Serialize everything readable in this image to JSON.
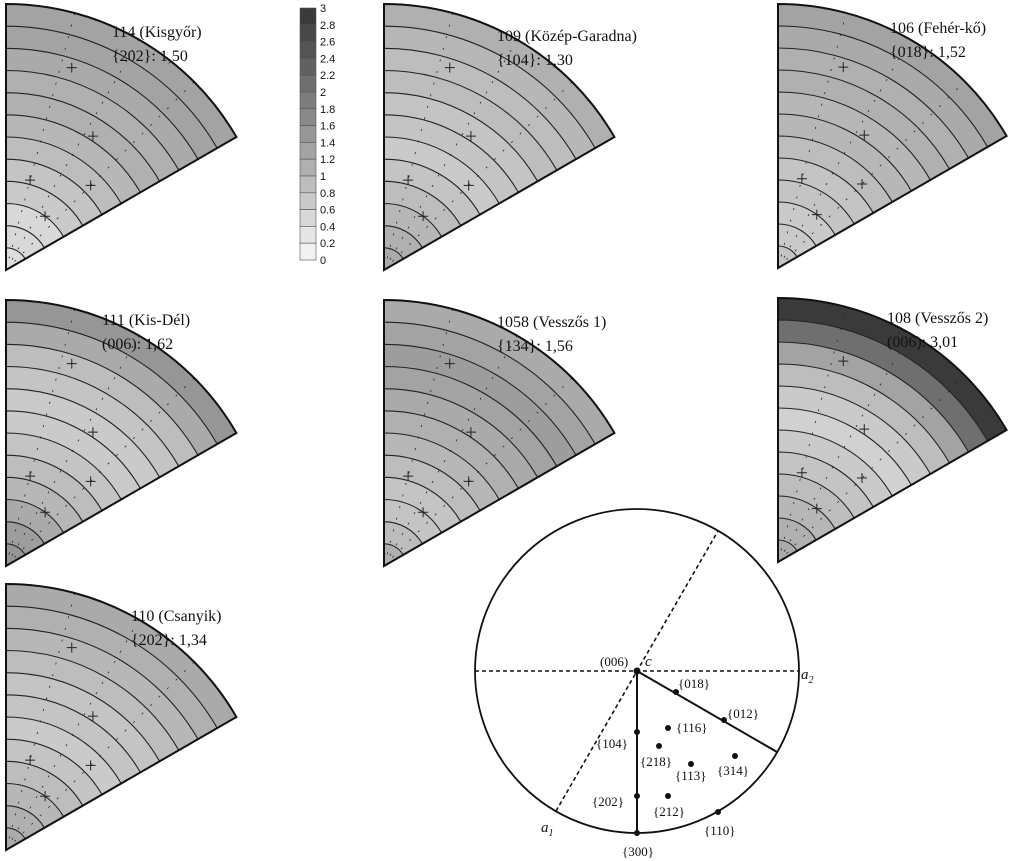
{
  "panels": [
    {
      "id": "114",
      "sample": "114 (Kisgyőr)",
      "plane": "{202}",
      "max": "1,50",
      "levels": [
        1.4,
        1.4,
        1.3,
        1.2,
        1.2,
        1.1,
        1.0,
        0.9,
        0.8,
        0.6,
        0.6,
        0.5
      ]
    },
    {
      "id": "109",
      "sample": "109 (Közép-Garadna)",
      "plane": "{104}",
      "max": "1,30",
      "levels": [
        1.2,
        1.1,
        1.0,
        1.0,
        0.9,
        0.9,
        0.8,
        0.9,
        1.0,
        1.1,
        1.2,
        1.3
      ]
    },
    {
      "id": "106",
      "sample": "106 (Fehér-kő)",
      "plane": "{018}",
      "max": "1,52",
      "levels": [
        1.4,
        1.3,
        1.2,
        1.2,
        1.1,
        1.1,
        1.0,
        0.9,
        0.9,
        0.8,
        0.8,
        0.9
      ]
    },
    {
      "id": "111",
      "sample": "111 (Kis-Dél)",
      "plane": "(006)",
      "max": "1,62",
      "levels": [
        1.6,
        1.3,
        1.0,
        0.9,
        0.8,
        0.8,
        0.9,
        1.0,
        1.1,
        1.3,
        1.5,
        1.6
      ]
    },
    {
      "id": "1058",
      "sample": "1058 (Vesszős 1)",
      "plane": "{134}",
      "max": "1,56",
      "levels": [
        1.3,
        1.4,
        1.5,
        1.4,
        1.3,
        1.2,
        1.1,
        1.0,
        0.9,
        0.9,
        1.0,
        1.2
      ]
    },
    {
      "id": "108",
      "sample": "108 (Vesszős 2)",
      "plane": "(006)",
      "max": "3,01",
      "levels": [
        3.0,
        2.2,
        1.4,
        1.0,
        0.8,
        0.7,
        0.8,
        0.9,
        1.0,
        1.1,
        1.2,
        1.3
      ]
    },
    {
      "id": "110",
      "sample": "110 (Csanyik)",
      "plane": "{202}",
      "max": "1,34",
      "levels": [
        1.3,
        1.2,
        1.1,
        1.0,
        0.9,
        0.9,
        0.8,
        0.9,
        1.0,
        1.1,
        1.2,
        1.3
      ]
    }
  ],
  "color_scale": {
    "ticks": [
      "3",
      "2.8",
      "2.6",
      "2.4",
      "2.2",
      "2",
      "1.8",
      "1.6",
      "1.4",
      "1.2",
      "1",
      "0.8",
      "0.6",
      "0.4",
      "0.2",
      "0"
    ],
    "dark_color": "#3a3a3a",
    "light_color": "#ffffff"
  },
  "key_diagram": {
    "center_label": "(006)",
    "c_axis": "c",
    "a1_axis": "a",
    "a1_sub": "1",
    "a2_axis": "a",
    "a2_sub": "2",
    "poles": [
      "{018}",
      "{012}",
      "{116}",
      "{104}",
      "{218}",
      "{113}",
      "{314}",
      "{202}",
      "{212}",
      "{110}",
      "{300}"
    ]
  }
}
